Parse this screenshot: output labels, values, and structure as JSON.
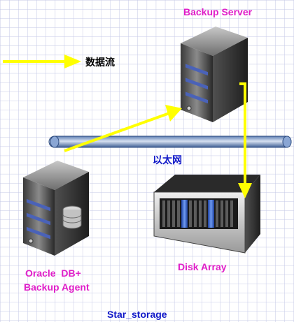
{
  "labels": {
    "backup_server": "Backup Server",
    "data_flow": "数据流",
    "ethernet": "以太网",
    "db_line1": "Oracle  DB+",
    "db_line2": "Backup Agent",
    "disk_array": "Disk Array",
    "caption": "Star_storage"
  },
  "colors": {
    "magenta": "#e01ec8",
    "blue": "#1018c8",
    "black": "#000000",
    "arrow": "#ffff00",
    "grid": "#c4c8e6"
  }
}
